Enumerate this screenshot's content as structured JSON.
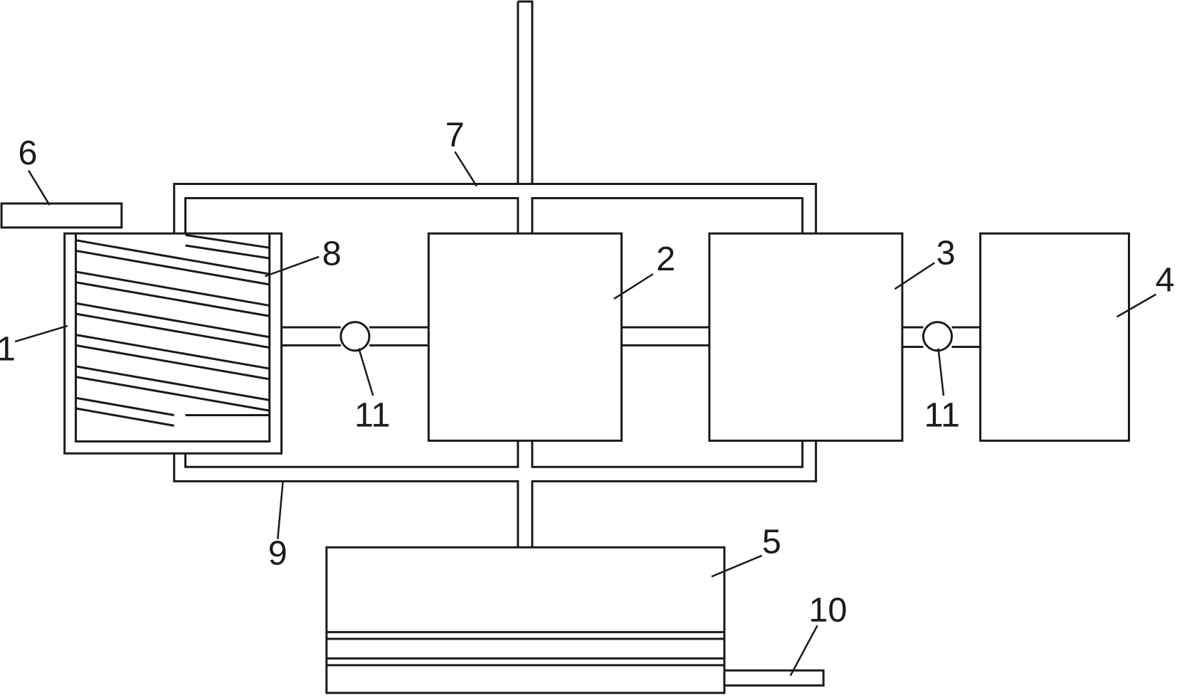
{
  "labels": {
    "n1": "1",
    "n2": "2",
    "n3": "3",
    "n4": "4",
    "n5": "5",
    "n6": "6",
    "n7": "7",
    "n8": "8",
    "n9": "9",
    "n10": "10",
    "n11a": "11",
    "n11b": "11"
  },
  "colors": {
    "stroke": "#1a1a1a",
    "background": "#ffffff"
  }
}
